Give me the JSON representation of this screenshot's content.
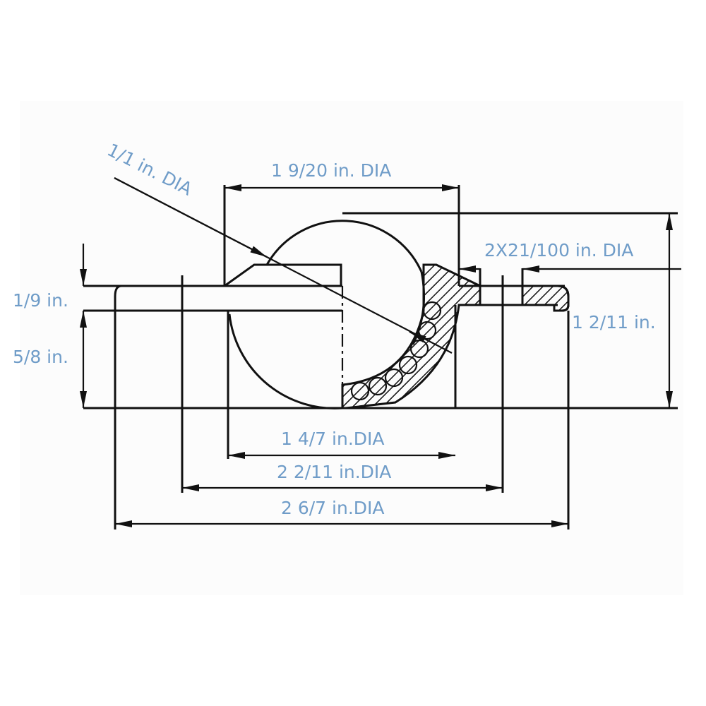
{
  "drawing": {
    "title": "Ball transfer unit dimension drawing",
    "label_color": "#6f9cc8",
    "line_color": "#111111",
    "background": "#fcfcfc"
  },
  "dimensions": {
    "ball_dia": "1/1 in. DIA",
    "top_flange_dia": "1 9/20 in. DIA",
    "mounting_holes": "2X21/100 in. DIA",
    "total_height": "1 2/11 in.",
    "flange_thickness": "1/9 in.",
    "body_height": "5/8 in.",
    "body_dia": "1 4/7 in.DIA",
    "hole_spacing_dia": "2 2/11 in.DIA",
    "flange_outer_dia": "2 6/7 in.DIA"
  }
}
